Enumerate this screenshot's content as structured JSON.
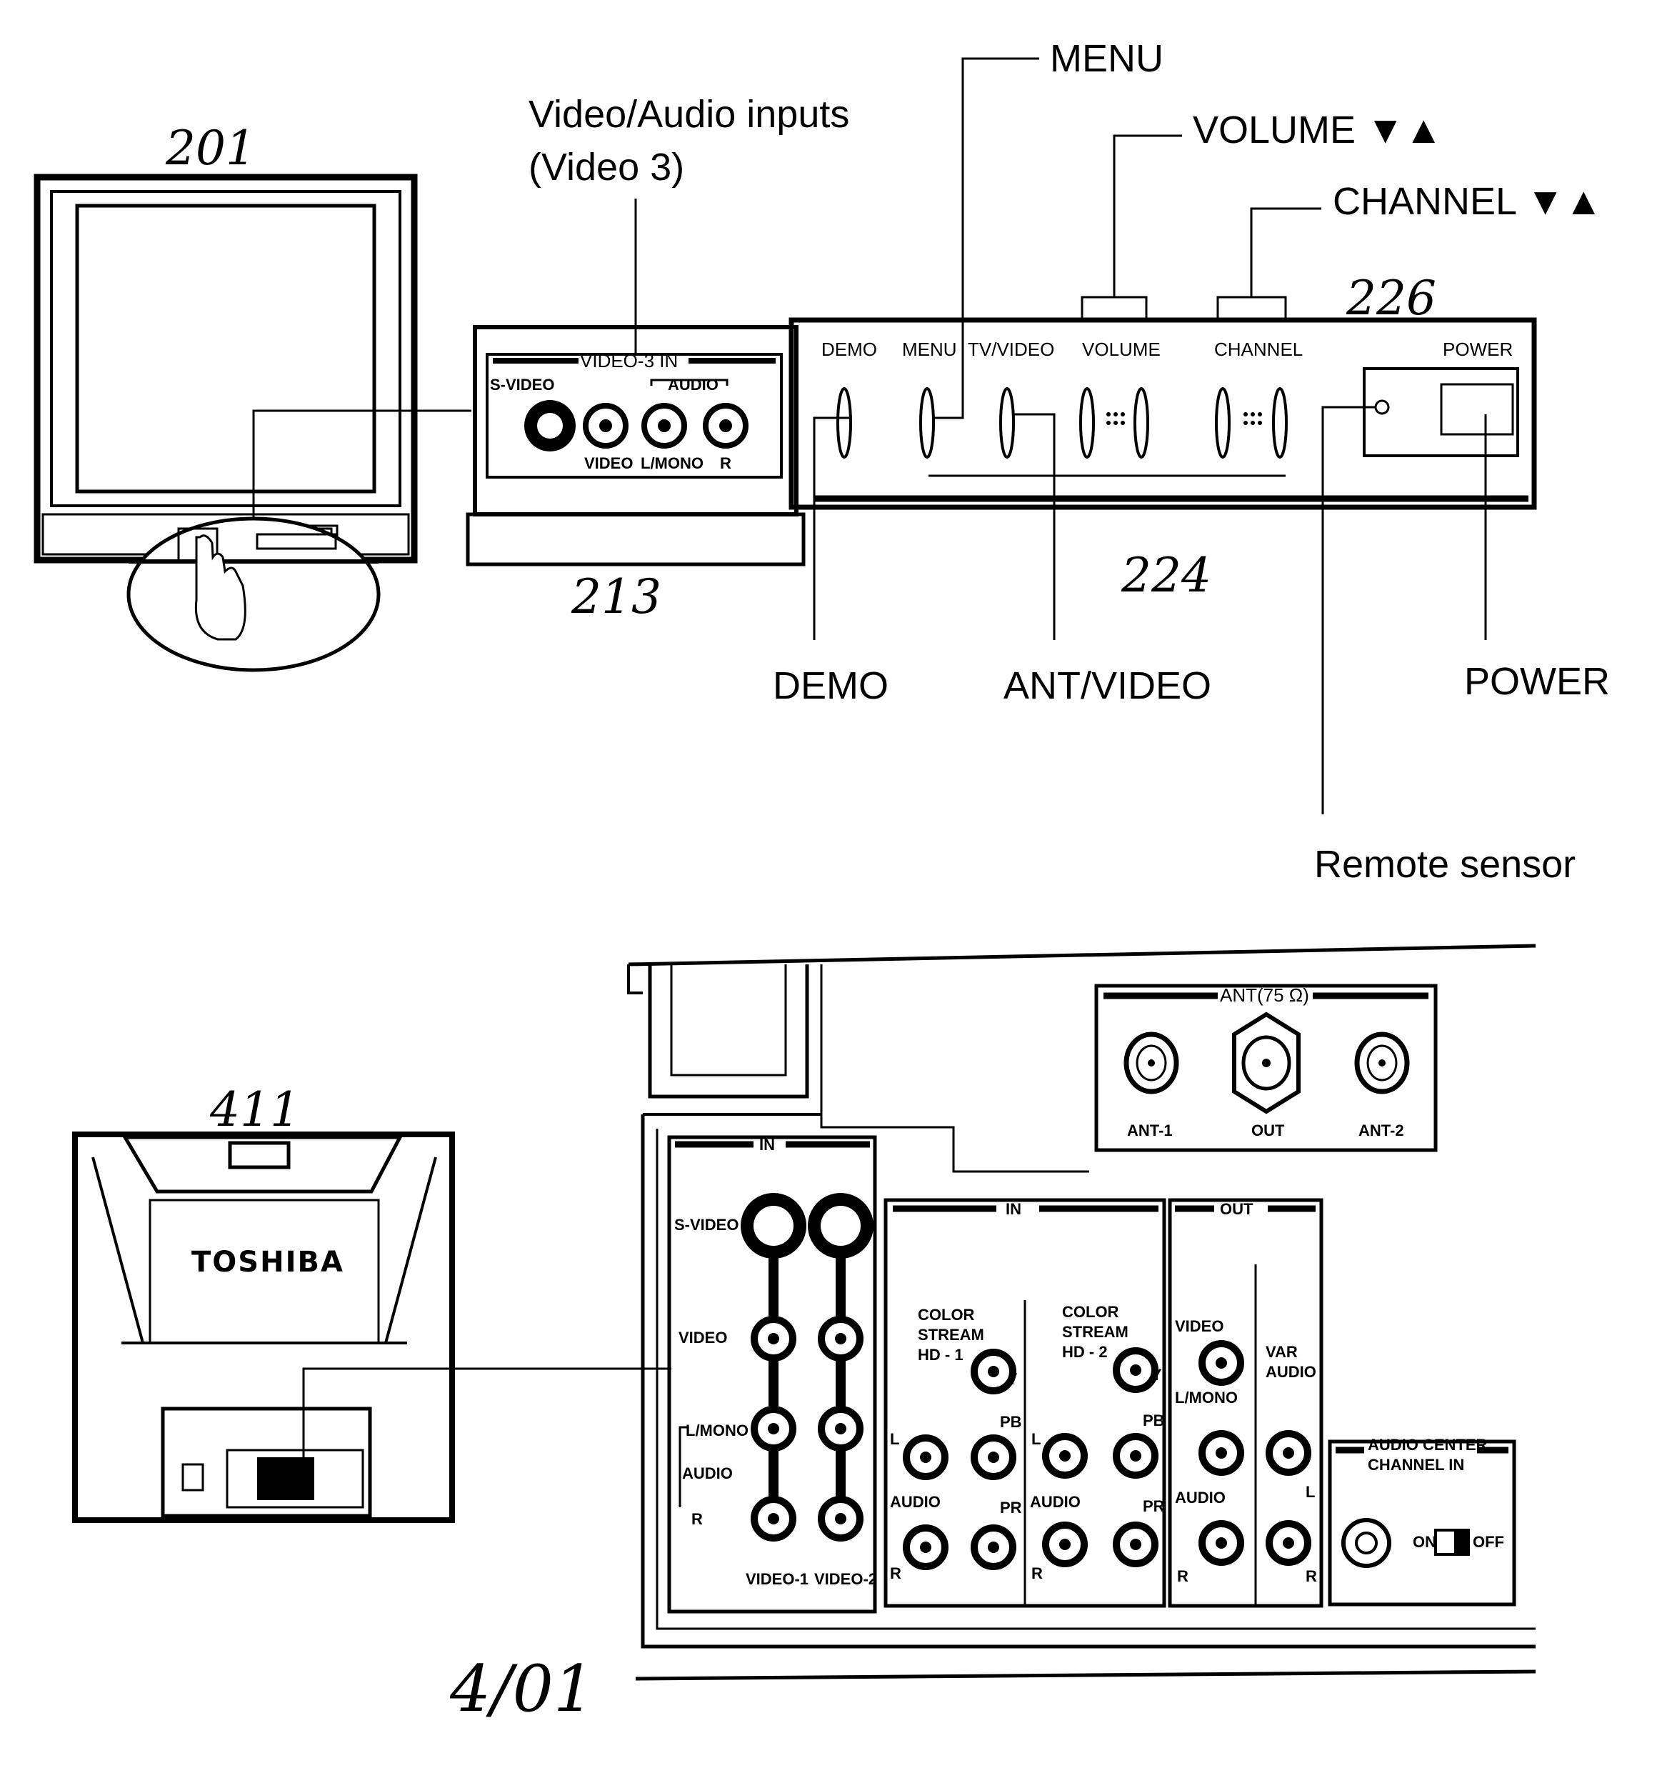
{
  "labels": {
    "menu": "MENU",
    "video_audio_inputs_line1": "Video/Audio inputs",
    "video_audio_inputs_line2": "(Video 3)",
    "volume": "VOLUME ▼▲",
    "channel": "CHANNEL ▼▲",
    "demo": "DEMO",
    "ant_video": "ANT/VIDEO",
    "power": "POWER",
    "remote_sensor": "Remote sensor"
  },
  "reference_numbers": {
    "tv_front": "201",
    "front_panel_door": "213",
    "control_panel": "224",
    "control_panel_top": "226",
    "tv_back": "411",
    "date": "4/01"
  },
  "front_jack_panel": {
    "title": "VIDEO-3 IN",
    "svideo": "S-VIDEO",
    "audio": "AUDIO",
    "video": "VIDEO",
    "lmono": "L/MONO",
    "r": "R"
  },
  "front_buttons": {
    "demo": "DEMO",
    "menu": "MENU",
    "tv_video": "TV/VIDEO",
    "volume": "VOLUME",
    "channel": "CHANNEL",
    "power": "POWER"
  },
  "tv_back": {
    "brand": "TOSHIBA"
  },
  "rear_panel": {
    "ant_title": "ANT(75 Ω)",
    "ant1": "ANT-1",
    "out": "OUT",
    "ant2": "ANT-2",
    "in_left": "IN",
    "svideo": "S-VIDEO",
    "video": "VIDEO",
    "lmono": "L/MONO",
    "audio": "AUDIO",
    "r": "R",
    "video1": "VIDEO-1",
    "video2": "VIDEO-2",
    "in_middle": "IN",
    "color_stream": "COLOR",
    "stream": "STREAM",
    "hd1": "HD - 1",
    "hd2": "HD - 2",
    "y": "Y",
    "pb": "PB",
    "pr": "PR",
    "l": "L",
    "out_title": "OUT",
    "var_audio": "VAR",
    "var_audio2": "AUDIO",
    "audio_center": "AUDIO CENTER",
    "channel_in": "CHANNEL IN",
    "on": "ON",
    "off": "OFF"
  }
}
